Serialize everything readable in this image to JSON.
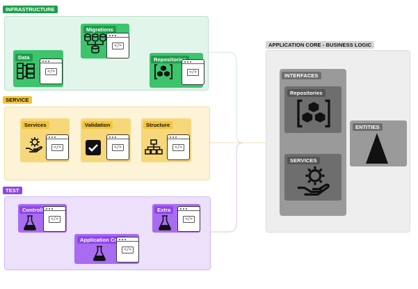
{
  "infrastructure": {
    "title": "INFRASTRUCTURE",
    "cards": {
      "migrations": "Migrations",
      "data": "Data",
      "repositories": "Repositories"
    }
  },
  "service": {
    "title": "SERVICE",
    "cards": {
      "services": "Services",
      "validation": "Validation",
      "structure": "Structure"
    }
  },
  "test": {
    "title": "TEST",
    "cards": {
      "controller": "Controller",
      "extra": "Extra",
      "application_core": "Application Core"
    }
  },
  "core": {
    "title": "APPLICATION CORE - BUSINESS LOGIC",
    "interfaces": {
      "title": "INTERFACES",
      "repositories": "Repositories",
      "services": "SERVICES"
    },
    "entities": "ENTITIES"
  },
  "code_glyph": "</>",
  "colors": {
    "infra_bg": "#e2f5ea",
    "infra_card": "#3dc46d",
    "infra_tag": "#1d9e4c",
    "service_bg": "#fdf3d7",
    "service_card": "#f6d77a",
    "service_tag": "#f3c43d",
    "test_bg": "#ece0fb",
    "test_card": "#a86cf0",
    "test_tag": "#8e47e8",
    "core_bg": "#eeeeee",
    "core_inner": "#9a9a9a",
    "core_card": "#6e6e6e"
  }
}
